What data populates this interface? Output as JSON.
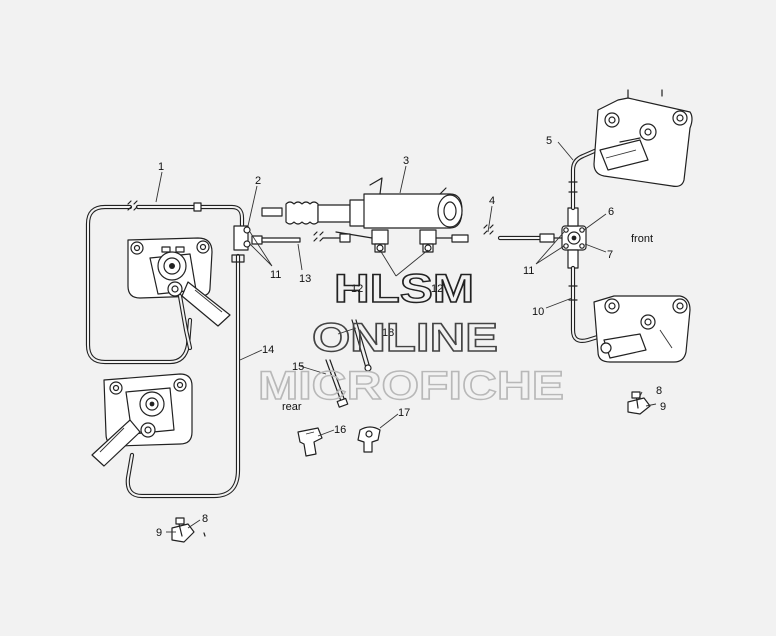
{
  "watermark": {
    "line1": "HLSM",
    "line2": "ONLINE",
    "line3": "MICROFICHE"
  },
  "callouts": [
    "1",
    "2",
    "3",
    "4",
    "5",
    "6",
    "7",
    "8",
    "8",
    "9",
    "9",
    "10",
    "11",
    "11",
    "12",
    "12",
    "13",
    "14",
    "15",
    "16",
    "17",
    "18"
  ],
  "annotations": {
    "front": "front",
    "rear": "rear"
  },
  "icons": {
    "caliper": "brake-caliper-icon",
    "master_cylinder": "master-cylinder-icon",
    "junction_block": "junction-block-icon",
    "hose_clip": "hose-clip-icon",
    "bleed_screw": "bleed-screw-icon",
    "pin": "pin-icon"
  }
}
